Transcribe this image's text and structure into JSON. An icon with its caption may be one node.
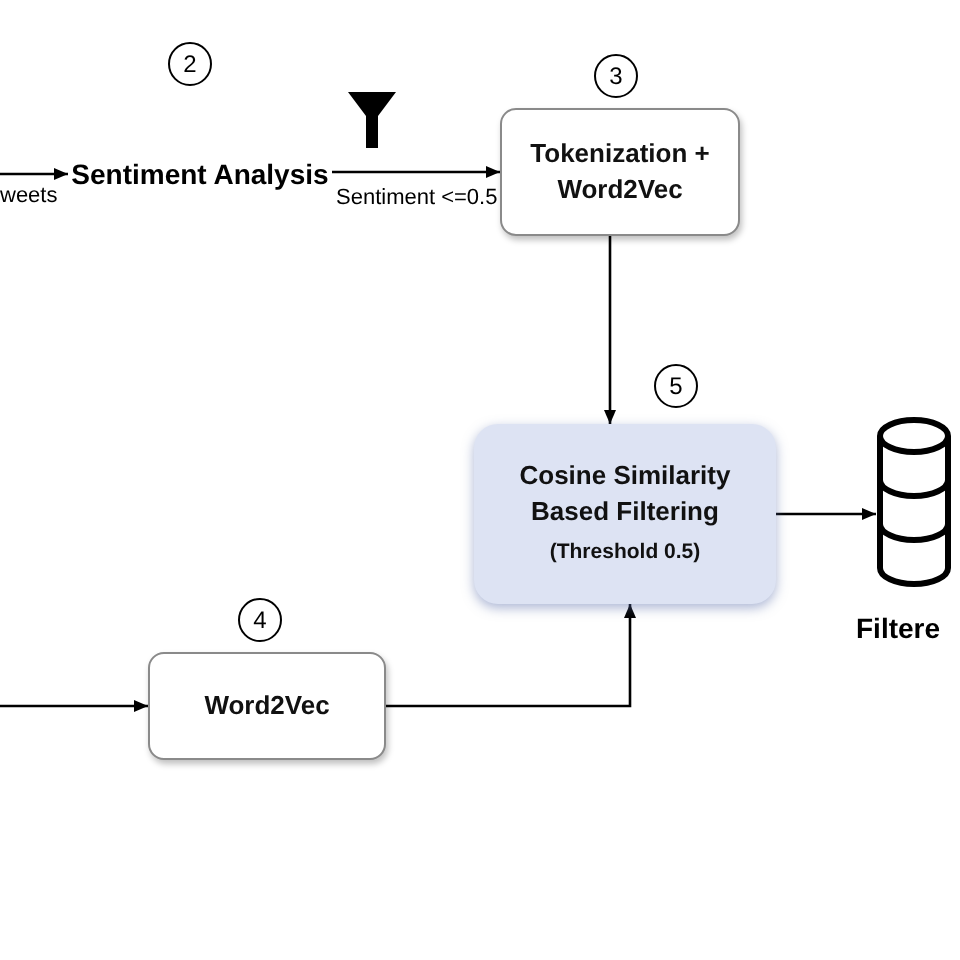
{
  "diagram": {
    "nodes": [
      {
        "text": [
          "2"
        ]
      },
      {
        "text": [
          "Sentiment Analysis"
        ]
      },
      {
        "text": [
          "3"
        ]
      },
      {
        "text": [
          "Tokenization + Word2Vec"
        ]
      },
      {
        "text": [
          "5"
        ]
      },
      {
        "text": [
          "Cosine Similarity Based Filtering",
          "(Threshold 0.5)"
        ]
      },
      {
        "text": [
          "4"
        ]
      },
      {
        "text": [
          "Word2Vec"
        ]
      },
      {
        "text": [],
        "shape": "cylinder",
        "beside": [
          "Filtere"
        ]
      }
    ],
    "edges": [
      {
        "from": null,
        "to": 1,
        "arrow": "to",
        "label": "weets"
      },
      {
        "from": 1,
        "to": 3,
        "arrow": "to",
        "label": "Sentiment <=0.5"
      },
      {
        "from": 3,
        "to": 5,
        "arrow": "to"
      },
      {
        "from": null,
        "to": 7,
        "arrow": "to"
      },
      {
        "from": 7,
        "to": 5,
        "arrow": "to"
      },
      {
        "from": 5,
        "to": 8,
        "arrow": "to"
      }
    ]
  }
}
